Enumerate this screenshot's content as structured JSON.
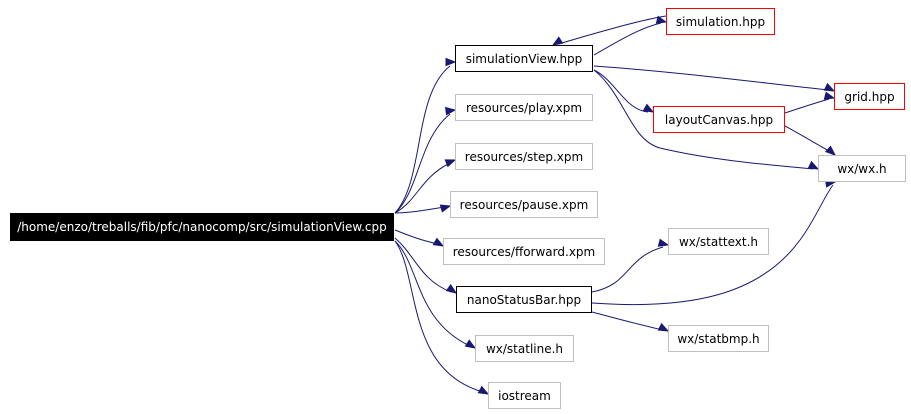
{
  "graph": {
    "edge_color": "#191970",
    "nodes": {
      "root": {
        "label": "/home/enzo/treballs/fib/pfc/nanocomp/src/simulationView.cpp",
        "style": "root"
      },
      "simulationView": {
        "label": "simulationView.hpp",
        "style": "black"
      },
      "simulation": {
        "label": "simulation.hpp",
        "style": "red"
      },
      "grid": {
        "label": "grid.hpp",
        "style": "red"
      },
      "layoutCanvas": {
        "label": "layoutCanvas.hpp",
        "style": "red"
      },
      "wxwx": {
        "label": "wx/wx.h",
        "style": "gray"
      },
      "play": {
        "label": "resources/play.xpm",
        "style": "gray"
      },
      "step": {
        "label": "resources/step.xpm",
        "style": "gray"
      },
      "pause": {
        "label": "resources/pause.xpm",
        "style": "gray"
      },
      "fforward": {
        "label": "resources/fforward.xpm",
        "style": "gray"
      },
      "nanoStatusBar": {
        "label": "nanoStatusBar.hpp",
        "style": "black"
      },
      "stattext": {
        "label": "wx/stattext.h",
        "style": "gray"
      },
      "statbmp": {
        "label": "wx/statbmp.h",
        "style": "gray"
      },
      "statline": {
        "label": "wx/statline.h",
        "style": "gray"
      },
      "iostream": {
        "label": "iostream",
        "style": "gray"
      }
    },
    "edges": [
      {
        "from": "root",
        "to": "simulationView"
      },
      {
        "from": "root",
        "to": "play"
      },
      {
        "from": "root",
        "to": "step"
      },
      {
        "from": "root",
        "to": "pause"
      },
      {
        "from": "root",
        "to": "fforward"
      },
      {
        "from": "root",
        "to": "nanoStatusBar"
      },
      {
        "from": "root",
        "to": "statline"
      },
      {
        "from": "root",
        "to": "iostream"
      },
      {
        "from": "simulationView",
        "to": "simulation"
      },
      {
        "from": "simulationView",
        "to": "grid"
      },
      {
        "from": "simulationView",
        "to": "layoutCanvas"
      },
      {
        "from": "simulationView",
        "to": "wxwx"
      },
      {
        "from": "simulation",
        "to": "simulationView"
      },
      {
        "from": "layoutCanvas",
        "to": "grid"
      },
      {
        "from": "layoutCanvas",
        "to": "wxwx"
      },
      {
        "from": "nanoStatusBar",
        "to": "wxwx"
      },
      {
        "from": "nanoStatusBar",
        "to": "stattext"
      },
      {
        "from": "nanoStatusBar",
        "to": "statbmp"
      }
    ]
  }
}
